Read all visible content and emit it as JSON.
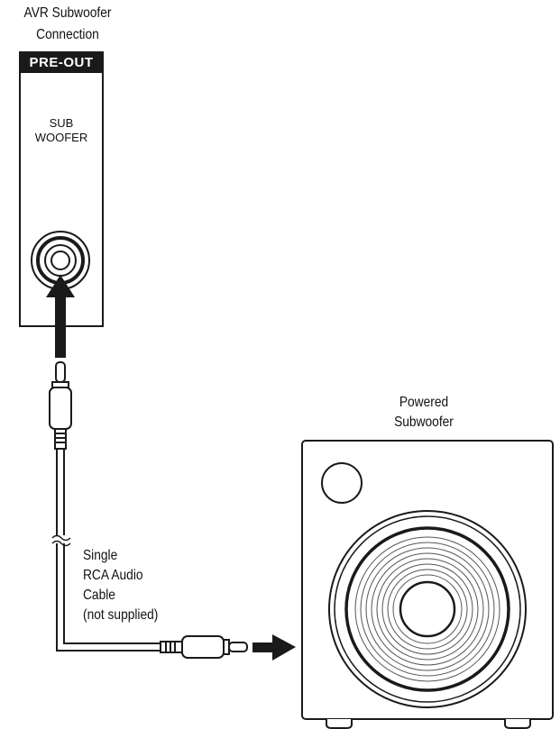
{
  "avr": {
    "title_line1": "AVR Subwoofer",
    "title_line2": "Connection",
    "preout_label": "PRE-OUT",
    "jack_label_line1": "SUB",
    "jack_label_line2": "WOOFER"
  },
  "subwoofer": {
    "title_line1": "Powered",
    "title_line2": "Subwoofer"
  },
  "cable": {
    "label_line1": "Single",
    "label_line2": "RCA Audio",
    "label_line3": "Cable",
    "label_line4": "(not supplied)"
  },
  "colors": {
    "line": "#1a1a1a",
    "fill": "#ffffff",
    "label_bg": "#1a1a1a"
  }
}
